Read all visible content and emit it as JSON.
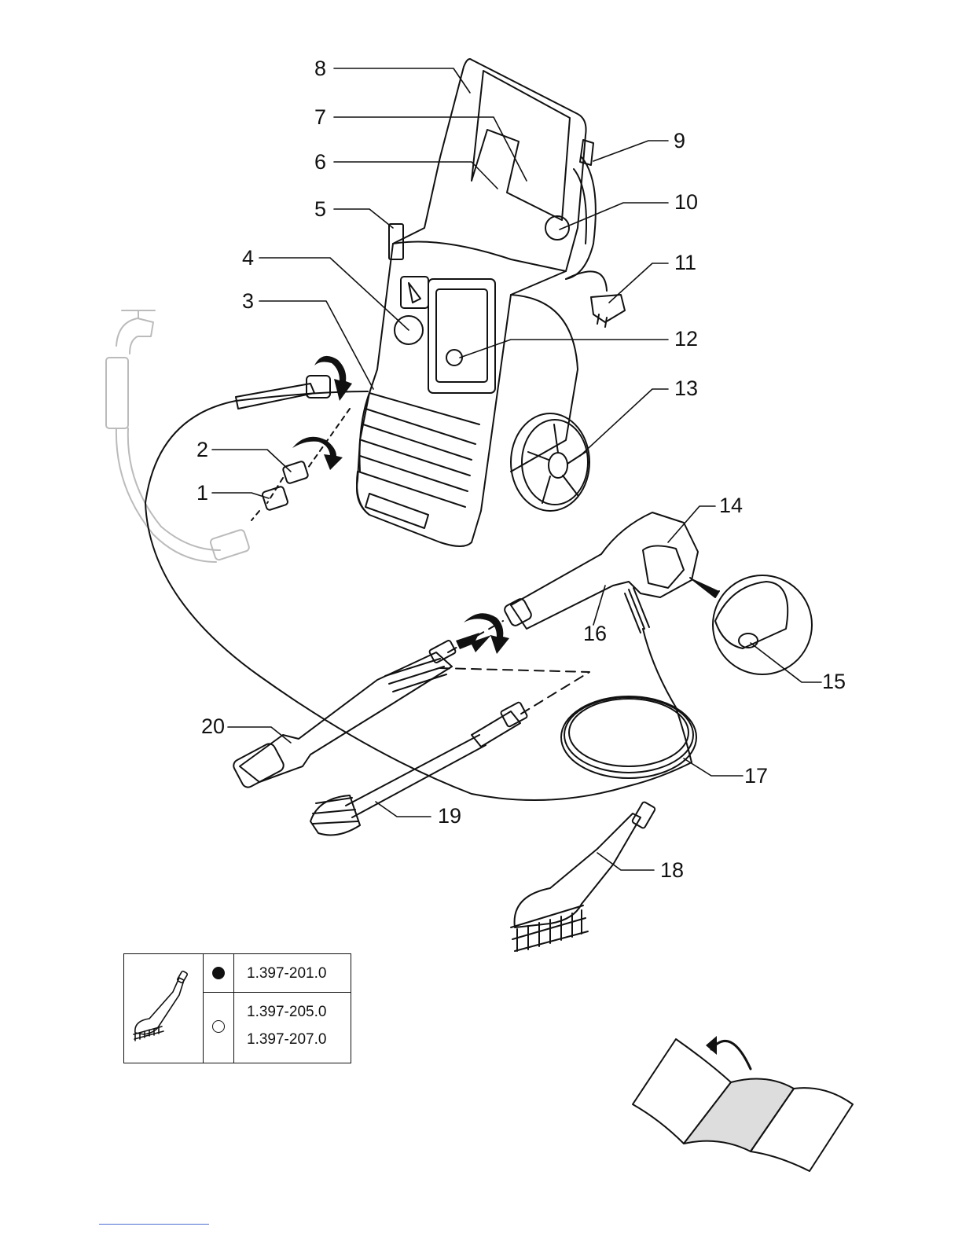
{
  "callouts": [
    {
      "id": "1",
      "label": "1"
    },
    {
      "id": "2",
      "label": "2"
    },
    {
      "id": "3",
      "label": "3"
    },
    {
      "id": "4",
      "label": "4"
    },
    {
      "id": "5",
      "label": "5"
    },
    {
      "id": "6",
      "label": "6"
    },
    {
      "id": "7",
      "label": "7"
    },
    {
      "id": "8",
      "label": "8"
    },
    {
      "id": "9",
      "label": "9"
    },
    {
      "id": "10",
      "label": "10"
    },
    {
      "id": "11",
      "label": "11"
    },
    {
      "id": "12",
      "label": "12"
    },
    {
      "id": "13",
      "label": "13"
    },
    {
      "id": "14",
      "label": "14"
    },
    {
      "id": "15",
      "label": "15"
    },
    {
      "id": "16",
      "label": "16"
    },
    {
      "id": "17",
      "label": "17"
    },
    {
      "id": "18",
      "label": "18"
    },
    {
      "id": "19",
      "label": "19"
    },
    {
      "id": "20",
      "label": "20"
    }
  ],
  "variant_table": {
    "rows": [
      {
        "symbol": "filled-circle",
        "part_numbers": [
          "1.397-201.0"
        ]
      },
      {
        "symbol": "hollow-circle",
        "part_numbers": [
          "1.397-205.0",
          "1.397-207.0"
        ]
      }
    ]
  },
  "icons": {
    "manual": "open-manual-icon",
    "brush": "wash-brush-icon"
  }
}
